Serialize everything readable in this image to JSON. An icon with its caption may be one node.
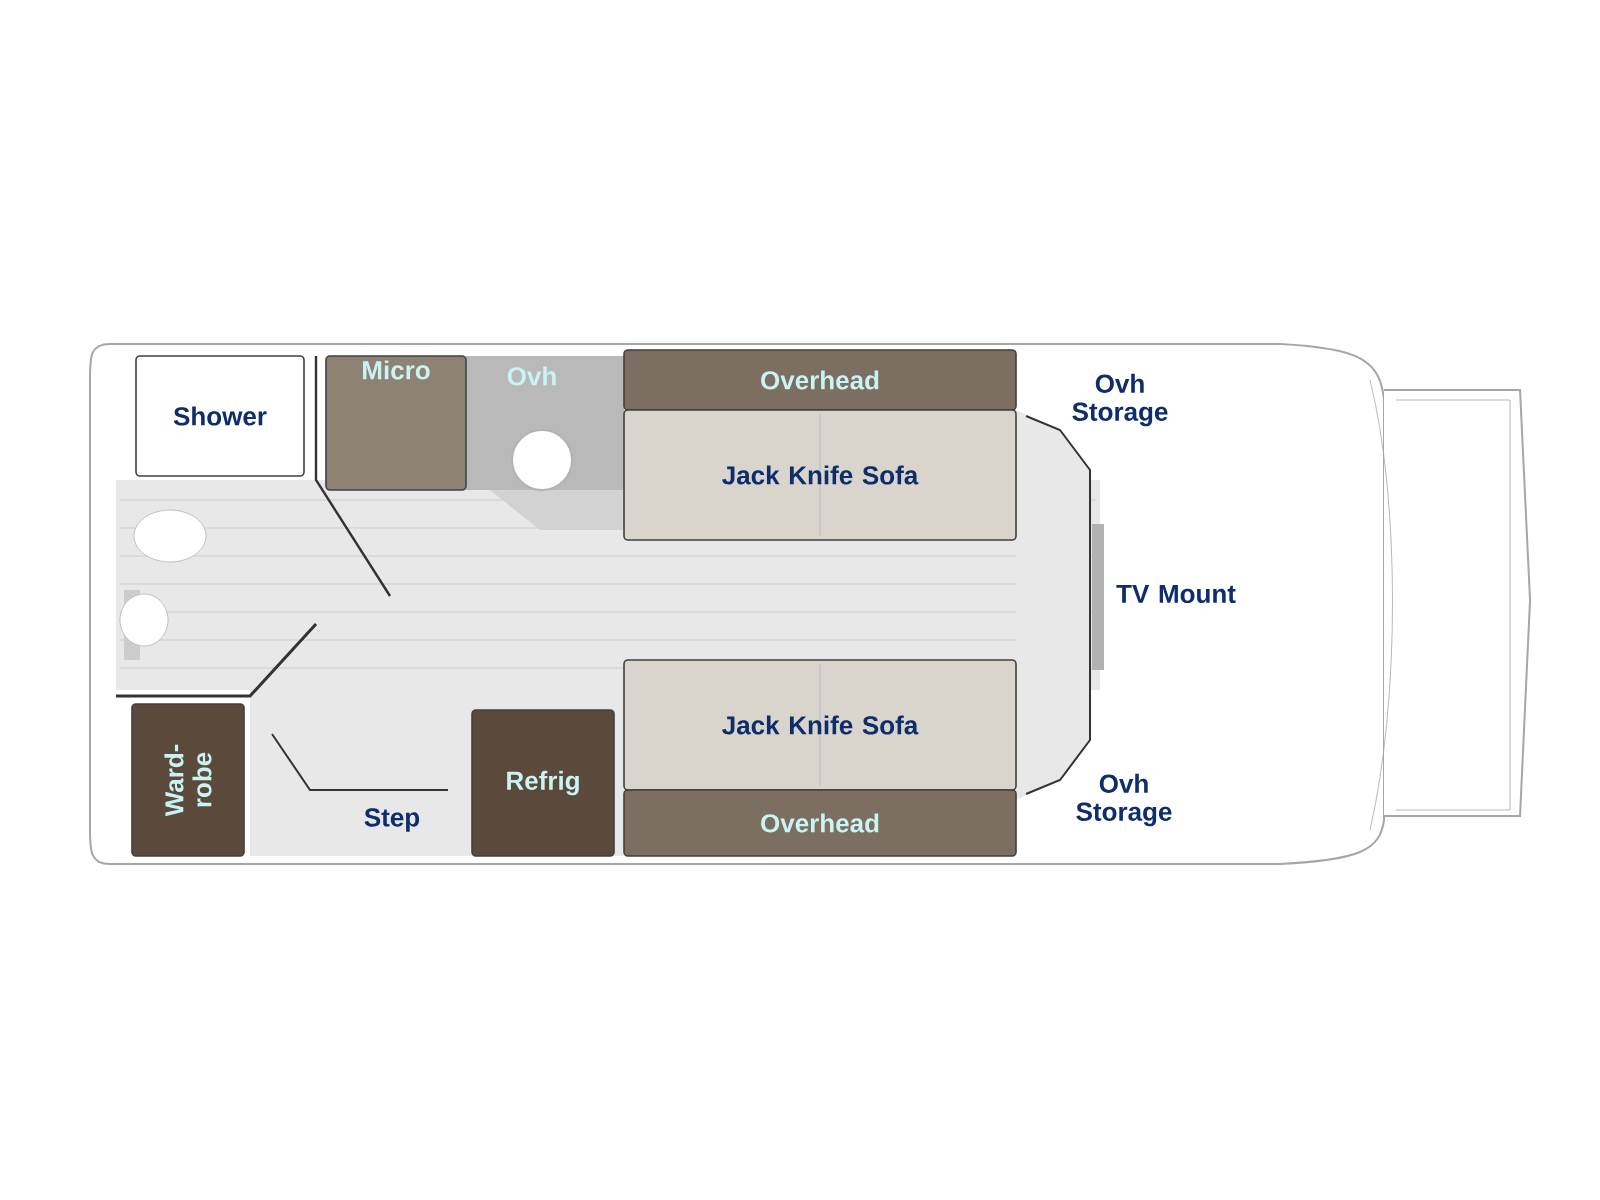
{
  "diagram": {
    "nodes": [
      {
        "text": [
          "Shower"
        ]
      },
      {
        "text": [
          "Micro"
        ]
      },
      {
        "text": [
          "Overhead"
        ]
      },
      {
        "text": [
          "Jack Knife Sofa"
        ]
      },
      {
        "text": [
          "Ward- robe"
        ]
      },
      {
        "text": [
          "Refrig"
        ]
      },
      {
        "text": [
          "Jack Knife Sofa"
        ]
      },
      {
        "text": [
          "Overhead"
        ]
      }
    ],
    "labels": [
      "Ovh",
      "Ovh Storage",
      "TV Mount",
      "Ovh Storage",
      "Step"
    ]
  }
}
